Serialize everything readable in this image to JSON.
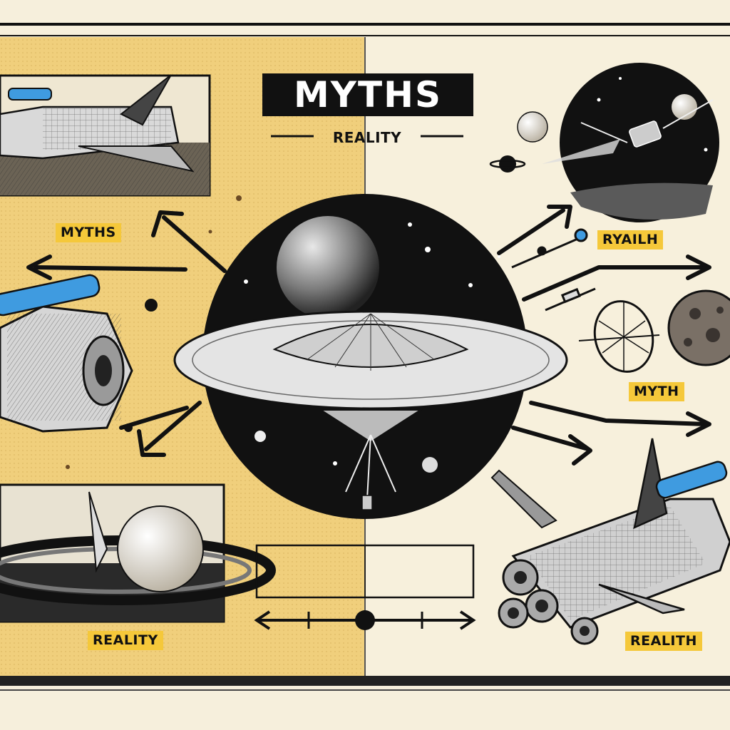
{
  "header": {
    "title": "MYTHS",
    "subtitle": "REALITY"
  },
  "labels": {
    "left_top": "MYTHS",
    "left_bottom": "REALITY",
    "right_top": "RYAILH",
    "right_middle": "MYTH",
    "right_bottom": "REALITH"
  },
  "colors": {
    "left_panel": "#f0cf7c",
    "right_panel": "#f7f0dc",
    "ink": "#111111",
    "label_bg": "#f5c83a",
    "accent_blue": "#3f9be0"
  }
}
